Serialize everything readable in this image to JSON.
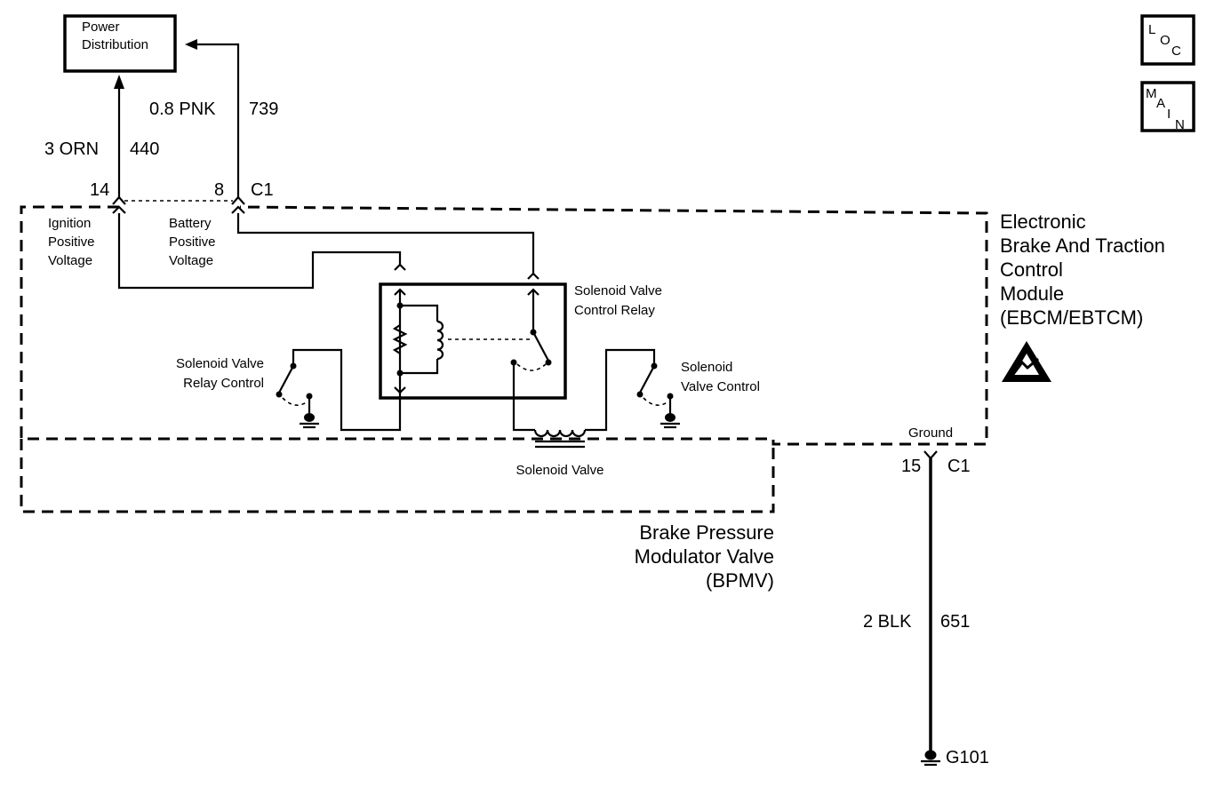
{
  "nav": {
    "loc": [
      "L",
      "O",
      "C"
    ],
    "main": [
      "M",
      "A",
      "I",
      "N"
    ]
  },
  "power_distribution": {
    "line1": "Power",
    "line2": "Distribution"
  },
  "wires": {
    "ign_wire": {
      "size_color": "3 ORN",
      "circuit": "440"
    },
    "bat_wire": {
      "size_color": "0.8 PNK",
      "circuit": "739"
    },
    "gnd_wire": {
      "size_color": "2 BLK",
      "circuit": "651"
    }
  },
  "connectors": {
    "ign_pin": "14",
    "bat_pin": "8",
    "top_conn": "C1",
    "gnd_pin": "15",
    "gnd_conn": "C1"
  },
  "labels": {
    "ignition": [
      "Ignition",
      "Positive",
      "Voltage"
    ],
    "battery": [
      "Battery",
      "Positive",
      "Voltage"
    ],
    "relay": [
      "Solenoid Valve",
      "Control Relay"
    ],
    "relay_control": [
      "Solenoid Valve",
      "Relay Control"
    ],
    "valve_control": [
      "Solenoid",
      "Valve Control"
    ],
    "ground": "Ground",
    "solenoid_valve": "Solenoid Valve",
    "ebcm": [
      "Electronic",
      "Brake And Traction",
      "Control",
      "Module",
      "(EBCM/EBTCM)"
    ],
    "bpmv": [
      "Brake Pressure",
      "Modulator Valve",
      "(BPMV)"
    ],
    "g101": "G101"
  }
}
